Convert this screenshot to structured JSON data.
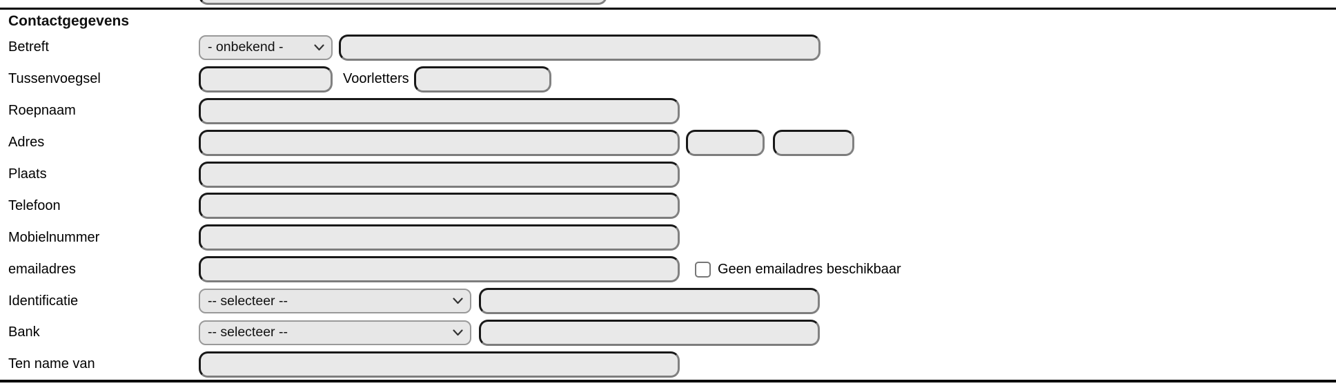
{
  "section": {
    "heading": "Contactgegevens"
  },
  "fields": {
    "betreft": {
      "label": "Betreft",
      "selected_option": "- onbekend -",
      "value": ""
    },
    "tussenvoegsel": {
      "label": "Tussenvoegsel",
      "value": ""
    },
    "voorletters": {
      "label": "Voorletters",
      "value": ""
    },
    "roepnaam": {
      "label": "Roepnaam",
      "value": ""
    },
    "adres": {
      "label": "Adres",
      "value": "",
      "extra1": "",
      "extra2": ""
    },
    "plaats": {
      "label": "Plaats",
      "value": ""
    },
    "telefoon": {
      "label": "Telefoon",
      "value": ""
    },
    "mobielnummer": {
      "label": "Mobielnummer",
      "value": ""
    },
    "emailadres": {
      "label": "emailadres",
      "value": "",
      "checkbox_label": "Geen emailadres beschikbaar",
      "checkbox_checked": false
    },
    "identificatie": {
      "label": "Identificatie",
      "selected_option": "-- selecteer --",
      "value": ""
    },
    "bank": {
      "label": "Bank",
      "selected_option": "-- selecteer --",
      "value": ""
    },
    "ten_name_van": {
      "label": "Ten name van",
      "value": ""
    }
  },
  "colors": {
    "input_background": "#e9e9e9",
    "input_border_dark": "#181818",
    "input_border_shade": "#7e7e7e",
    "select_border": "#999999",
    "divider": "#000000"
  }
}
